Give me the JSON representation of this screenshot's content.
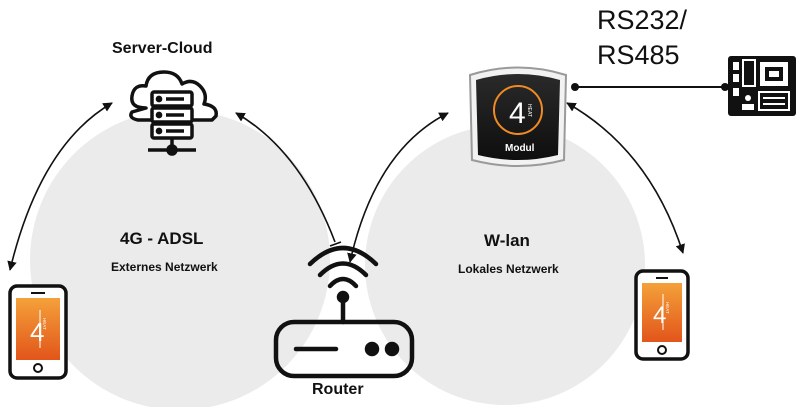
{
  "server": {
    "label": "Server-Cloud",
    "icon": "cloud-server-icon"
  },
  "left_network": {
    "title": "4G - ADSL",
    "subtitle": "Externes Netzwerk"
  },
  "right_network": {
    "title": "W-lan",
    "subtitle": "Lokales Netzwerk"
  },
  "router": {
    "label": "Router",
    "icon": "wifi-router-icon"
  },
  "module": {
    "label": "Modul",
    "logo_text": "4HEAT"
  },
  "interface": {
    "line1": "RS232/",
    "line2": "RS485",
    "icon": "circuit-board-icon"
  },
  "phone": {
    "icon": "smartphone-icon",
    "logo_text": "4HEAT"
  },
  "colors": {
    "bubble": "#ebebeb",
    "orange_top": "#f4a13a",
    "orange_bottom": "#e2551a",
    "dark": "#111111",
    "module_face": "#1c1c1c"
  }
}
